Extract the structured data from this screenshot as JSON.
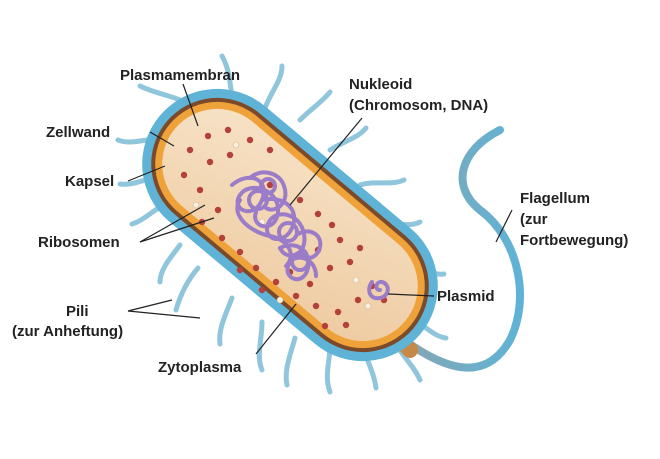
{
  "labels": {
    "plasmamembran": "Plasmamembran",
    "zellwand": "Zellwand",
    "kapsel": "Kapsel",
    "ribosomen": "Ribosomen",
    "pili_line1": "Pili",
    "pili_line2": "(zur Anheftung)",
    "zytoplasma": "Zytoplasma",
    "nukleoid_line1": "Nukleoid",
    "nukleoid_line2": "(Chromosom, DNA)",
    "flagellum_line1": "Flagellum",
    "flagellum_line2": "(zur",
    "flagellum_line3": "Fortbewegung)",
    "plasmid": "Plasmid"
  },
  "colors": {
    "capsule": "#5fb3d6",
    "pili": "#8fc6dc",
    "cell_wall": "#7a4a2a",
    "membrane": "#f0a23a",
    "cytoplasm": "#f4d9b8",
    "ribosome": "#b3403a",
    "dna": "#9b7cc8",
    "plasmid": "#9b7cc8",
    "flagellum": "#5fb3d6",
    "leader_line": "#222222"
  }
}
